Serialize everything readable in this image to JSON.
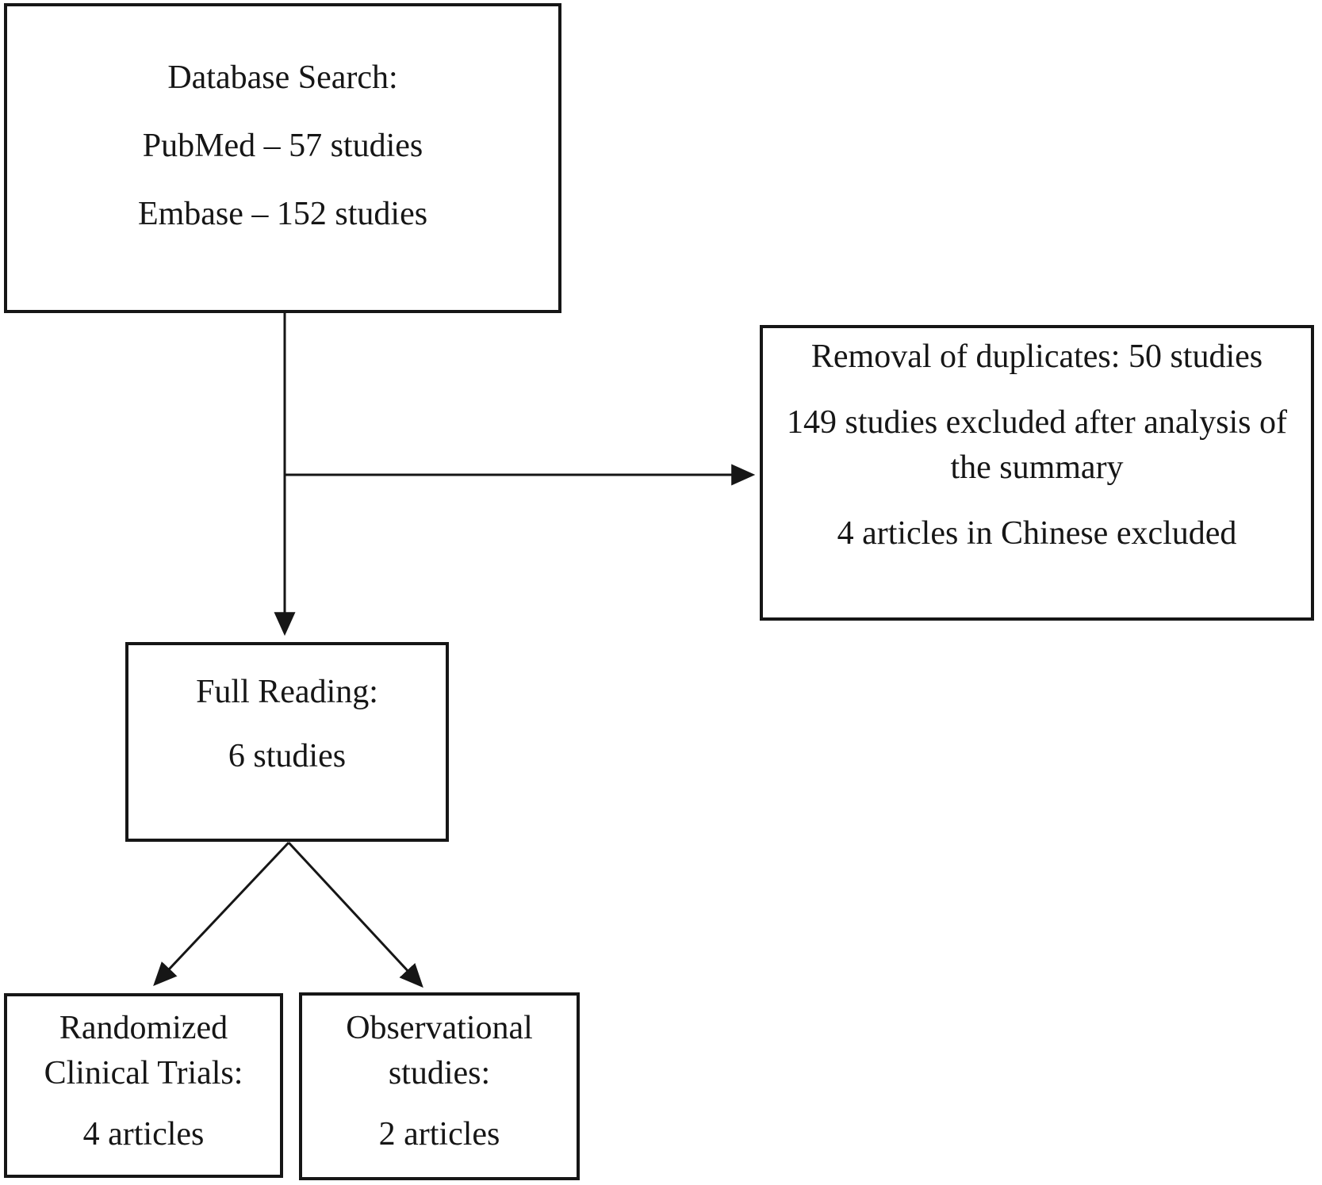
{
  "diagram": {
    "title_hint": "Study selection flow diagram",
    "colors": {
      "border": "#161616",
      "line": "#161616",
      "background": "#ffffff"
    },
    "boxes": {
      "database_search": {
        "lines": {
          "0": "Database Search:",
          "1": "PubMed – 57 studies",
          "2": "Embase – 152 studies"
        }
      },
      "exclusions": {
        "lines": {
          "0": "Removal of duplicates: 50 studies",
          "1": "149 studies excluded after analysis of",
          "2": "the summary",
          "3": "4 articles in Chinese excluded"
        }
      },
      "full_reading": {
        "lines": {
          "0": "Full Reading:",
          "1": "6 studies"
        }
      },
      "randomized_clinical_trials": {
        "lines": {
          "0": "Randomized",
          "1": "Clinical Trials:",
          "2": "4 articles"
        }
      },
      "observational_studies": {
        "lines": {
          "0": "Observational",
          "1": "studies:",
          "2": "2 articles"
        }
      }
    },
    "connectors": {
      "database_to_fullreading": "arrow-down",
      "branch_to_exclusions": "arrow-right",
      "fullreading_to_rct": "arrow-diagonal-left",
      "fullreading_to_observational": "arrow-diagonal-right"
    }
  }
}
